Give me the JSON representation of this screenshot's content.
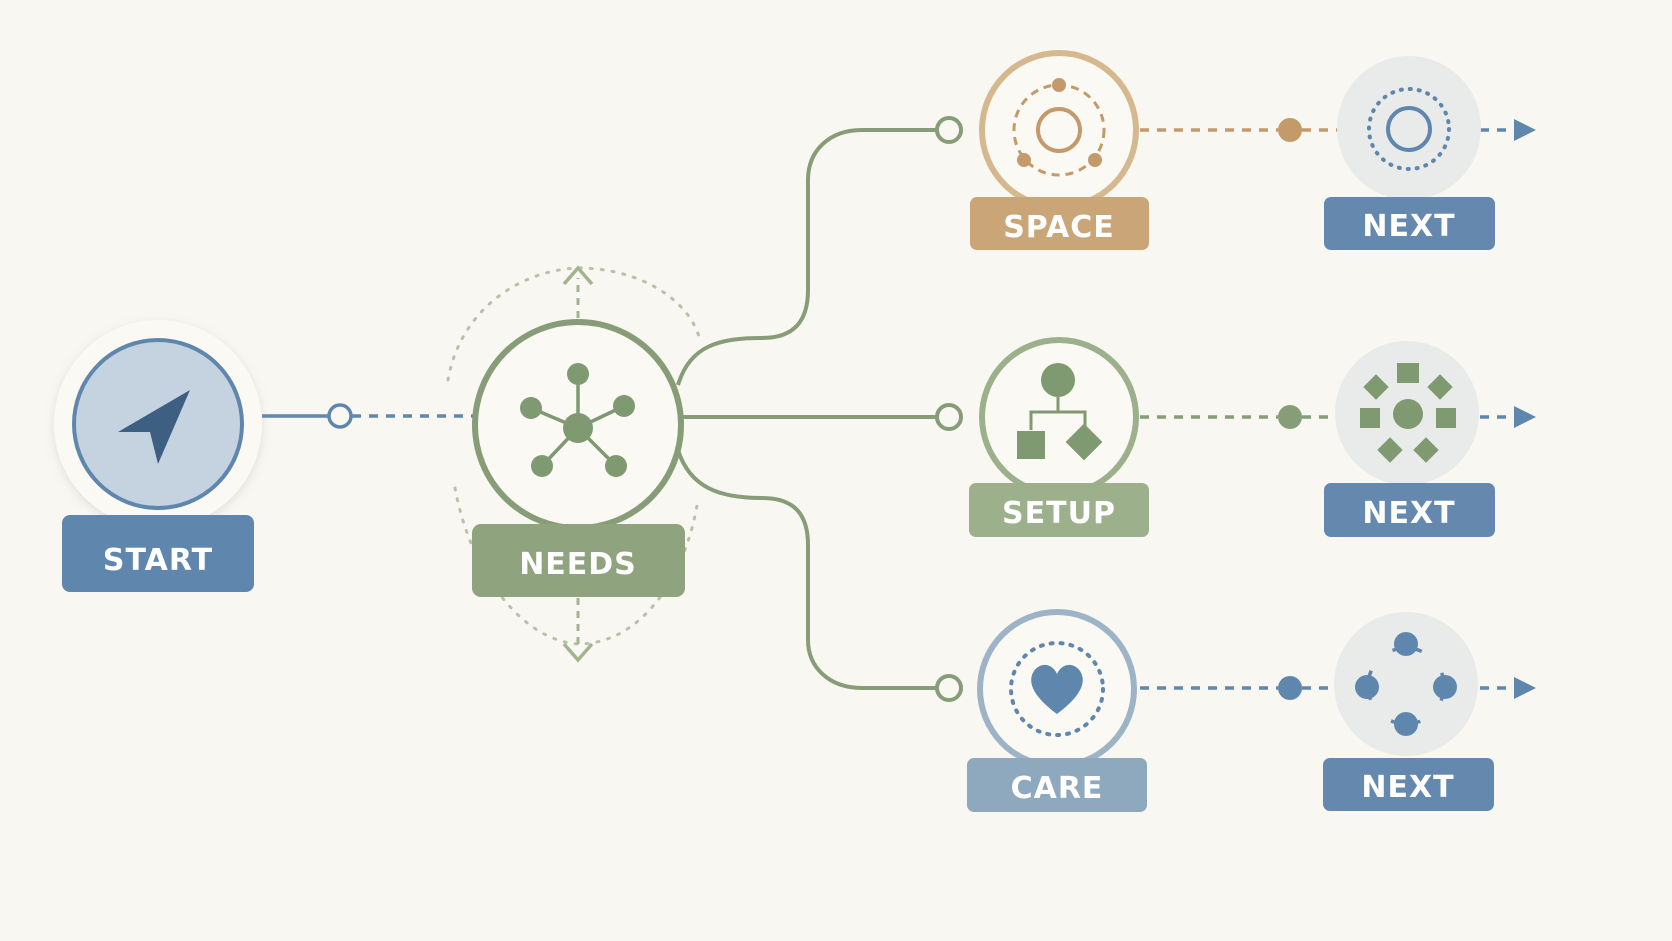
{
  "colors": {
    "background": "#f9f7f2",
    "blue": "#5f87ad",
    "blue_dark": "#3d5f82",
    "green": "#869d77",
    "green_label": "#8ea37e",
    "tan": "#c9a577",
    "tan_dot": "#c49a6b",
    "care_blue": "#8ea8bd",
    "next_blue": "#6589ae",
    "gray_disc": "#e9eaea",
    "white_disc": "#fbf9f4"
  },
  "nodes": {
    "start": {
      "label": "START",
      "icon": "navigation-arrow-icon"
    },
    "needs": {
      "label": "NEEDS",
      "icon": "network-hub-icon"
    },
    "space": {
      "label": "SPACE",
      "icon": "orbit-ring-icon"
    },
    "setup": {
      "label": "SETUP",
      "icon": "hierarchy-shapes-icon"
    },
    "care": {
      "label": "CARE",
      "icon": "heart-icon"
    },
    "next_1": {
      "label": "NEXT",
      "icon": "dotted-ring-icon"
    },
    "next_2": {
      "label": "NEXT",
      "icon": "shape-cluster-icon"
    },
    "next_3": {
      "label": "NEXT",
      "icon": "cycle-dots-icon"
    }
  }
}
